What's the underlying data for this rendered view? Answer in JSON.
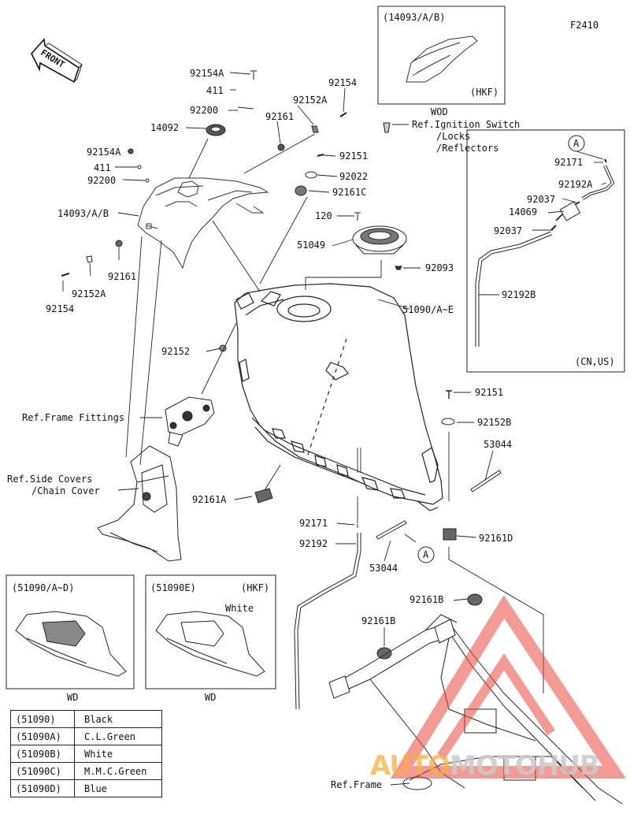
{
  "figure_code": "F2410",
  "front_label": "FRONT",
  "labels": {
    "l92154A_top": "92154A",
    "l411_top": "411",
    "l92200_top": "92200",
    "l14092": "14092",
    "l92161_top": "92161",
    "l92152A_top": "92152A",
    "l92154_top": "92154",
    "l92154A_left": "92154A",
    "l411_left": "411",
    "l92200_left": "92200",
    "l14093": "14093/A/B",
    "l92161_left": "92161",
    "l92152A_left": "92152A",
    "l92154_left": "92154",
    "ref_ignition": "Ref.Ignition Switch",
    "ref_locks": "/Locks",
    "ref_reflectors": "/Reflectors",
    "l92151_top": "92151",
    "l92022": "92022",
    "l92161C": "92161C",
    "l120": "120",
    "l51049": "51049",
    "l92093": "92093",
    "l51090": "51090/A~E",
    "l92152": "92152",
    "ref_frame_fittings": "Ref.Frame Fittings",
    "ref_side_covers": "Ref.Side Covers",
    "ref_chain_cover": "/Chain Cover",
    "l92161A": "92161A",
    "l92151_right": "92151",
    "l92152B": "92152B",
    "l53044_right": "53044",
    "l92171_mid": "92171",
    "l92192": "92192",
    "l53044_mid": "53044",
    "l92161D": "92161D",
    "l92161B_right": "92161B",
    "l92161B_mid": "92161B",
    "ref_frame": "Ref.Frame",
    "marker_a_mid": "A",
    "marker_a_box": "A",
    "l92171_box": "92171",
    "l92192A": "92192A",
    "l92037_a": "92037",
    "l14069": "14069",
    "l92037_b": "92037",
    "l92192B": "92192B"
  },
  "inset_top": {
    "title": "(14093/A/B)",
    "region": "(HKF)",
    "caption": "WOD"
  },
  "inset_cn": {
    "region": "(CN,US)"
  },
  "inset_left": {
    "title": "(51090/A~D)",
    "caption": "WD"
  },
  "inset_right": {
    "title": "(51090E)",
    "region": "(HKF)",
    "note": "White",
    "caption": "WD"
  },
  "color_table": [
    {
      "code": "(51090)",
      "color": "Black"
    },
    {
      "code": "(51090A)",
      "color": "C.L.Green"
    },
    {
      "code": "(51090B)",
      "color": "White"
    },
    {
      "code": "(51090C)",
      "color": "M.M.C.Green"
    },
    {
      "code": "(51090D)",
      "color": "Blue"
    }
  ],
  "watermark": {
    "part1": "AUTO",
    "part2": "MOTO",
    "part3": "HUB",
    "accent": "#e8483c"
  }
}
